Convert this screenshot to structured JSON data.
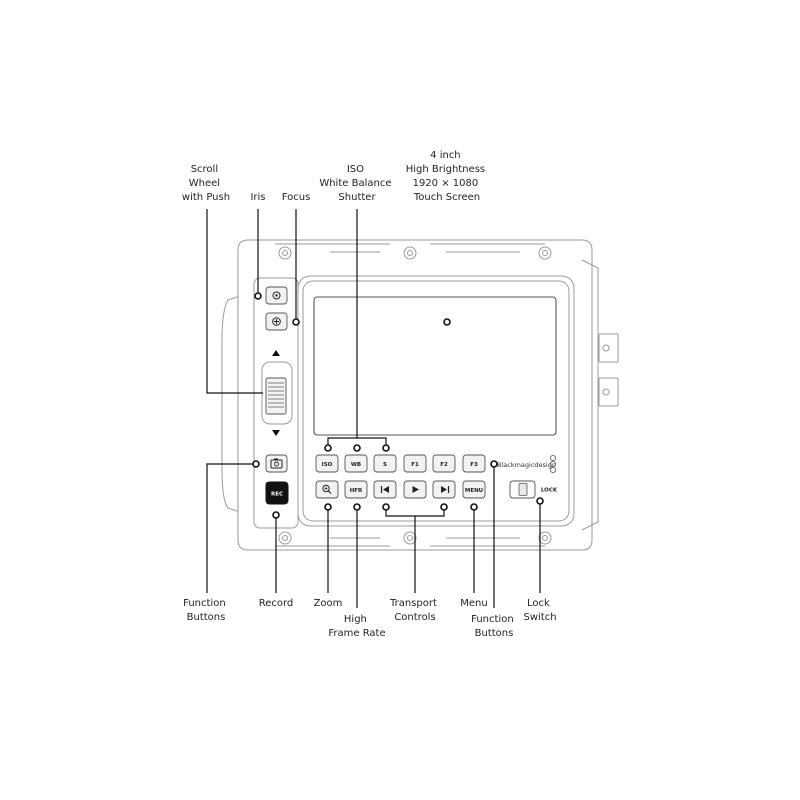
{
  "labels": {
    "scroll_wheel": [
      "Scroll",
      "Wheel",
      "with Push"
    ],
    "iris": [
      "Iris"
    ],
    "focus": [
      "Focus"
    ],
    "iso_wb_shutter": [
      "ISO",
      "White Balance",
      "Shutter"
    ],
    "touch_screen": [
      "4 inch",
      "High Brightness",
      "1920 × 1080",
      "Touch Screen"
    ],
    "function_buttons_left": [
      "Function",
      "Buttons"
    ],
    "record": [
      "Record"
    ],
    "zoom": [
      "Zoom"
    ],
    "high_frame_rate": [
      "High",
      "Frame Rate"
    ],
    "transport_controls": [
      "Transport",
      "Controls"
    ],
    "menu": [
      "Menu"
    ],
    "function_buttons_right": [
      "Function",
      "Buttons"
    ],
    "lock_switch": [
      "Lock",
      "Switch"
    ]
  },
  "buttons": {
    "iso": "ISO",
    "wb": "WB",
    "s": "S",
    "f1": "F1",
    "f2": "F2",
    "f3": "F3",
    "hfr": "HFR",
    "menu": "MENU",
    "rec": "REC",
    "lock": "LOCK"
  },
  "icons": {
    "iris": "iris-icon",
    "focus": "focus-icon",
    "camera": "camera-icon",
    "zoom": "magnifier-plus-icon",
    "skip_back": "skip-back-icon",
    "play": "play-icon",
    "skip_forward": "skip-forward-icon",
    "scroll_up": "triangle-up-icon",
    "scroll_down": "triangle-down-icon"
  },
  "brand": "Blackmagicdesign"
}
